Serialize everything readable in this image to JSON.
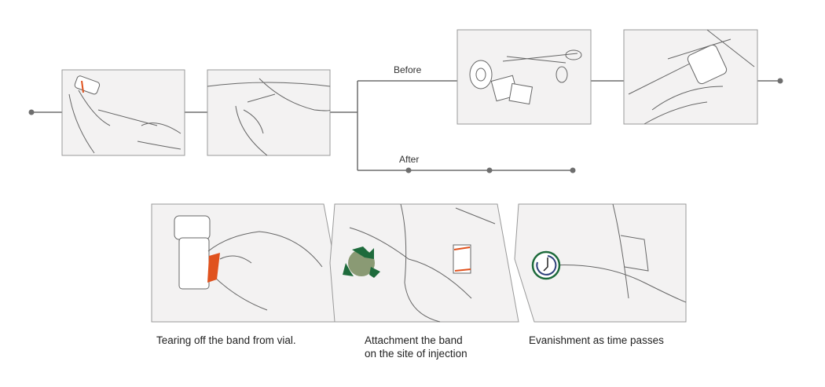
{
  "branches": {
    "before": "Before",
    "after": "After"
  },
  "captions": [
    {
      "line1": "Tearing off the band from vial.",
      "line2": ""
    },
    {
      "line1": "Attachment the band",
      "line2": "on the site of injection"
    },
    {
      "line1": "Evanishment as time passes",
      "line2": ""
    }
  ],
  "colors": {
    "line": "#6e6e6e",
    "panel": "#f3f2f2",
    "band": "#e0521e",
    "green": "#1e6b3c",
    "clock": "#2d3f7a"
  }
}
